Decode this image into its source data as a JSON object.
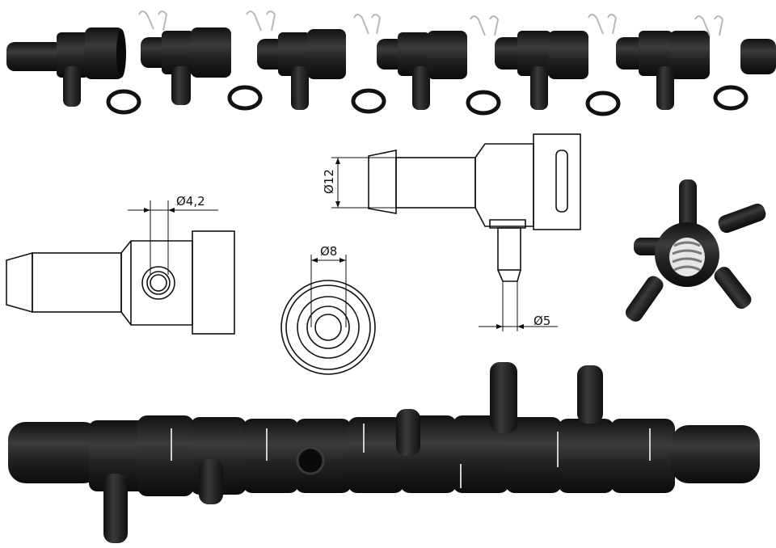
{
  "drawing": {
    "hole_diameter": "Ø4,2",
    "ring_diameter": "Ø8",
    "body_diameter": "Ø12",
    "nozzle_diameter": "Ø5"
  },
  "colors": {
    "plastic": "#1b1b1b",
    "plastic_highlight": "#4a4a4a",
    "spring": "#b8b8b8",
    "linework": "#111111"
  }
}
